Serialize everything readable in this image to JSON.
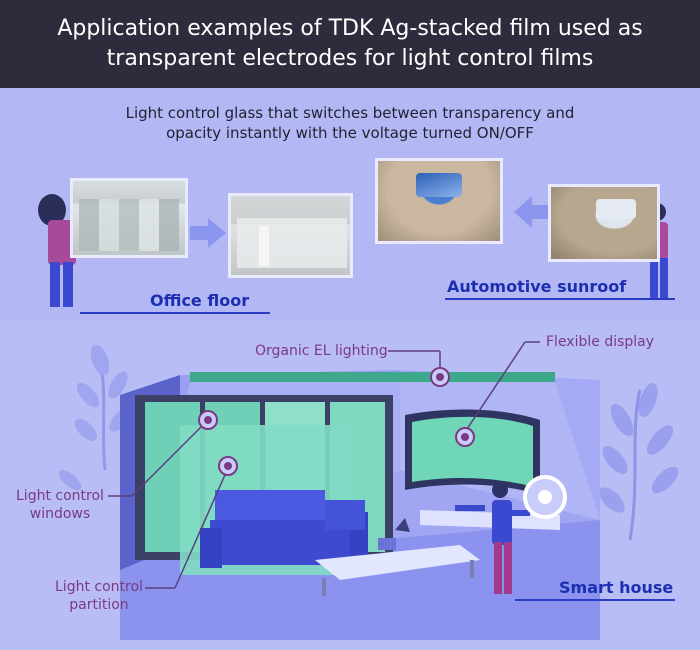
{
  "header": {
    "line1": "Application examples of TDK Ag-stacked film used as",
    "line2": "transparent electrodes for light control films"
  },
  "subtitle": {
    "line1": "Light control glass that switches between transparency and",
    "line2": "opacity instantly with the voltage turned ON/OFF"
  },
  "labels": {
    "office": "Office floor",
    "sunroof": "Automotive sunroof",
    "smart_house": "Smart house"
  },
  "callouts": {
    "organic_el": "Organic EL lighting",
    "flexible_display": "Flexible display",
    "windows_line1": "Light control",
    "windows_line2": "windows",
    "partition_line1": "Light control",
    "partition_line2": "partition"
  },
  "colors": {
    "background": "#b3b8f5",
    "header_bg": "#2c2c3c",
    "label_blue": "#1b2fb0",
    "callout_purple": "#7a3a84",
    "accent_teal": "#3ea88a"
  }
}
